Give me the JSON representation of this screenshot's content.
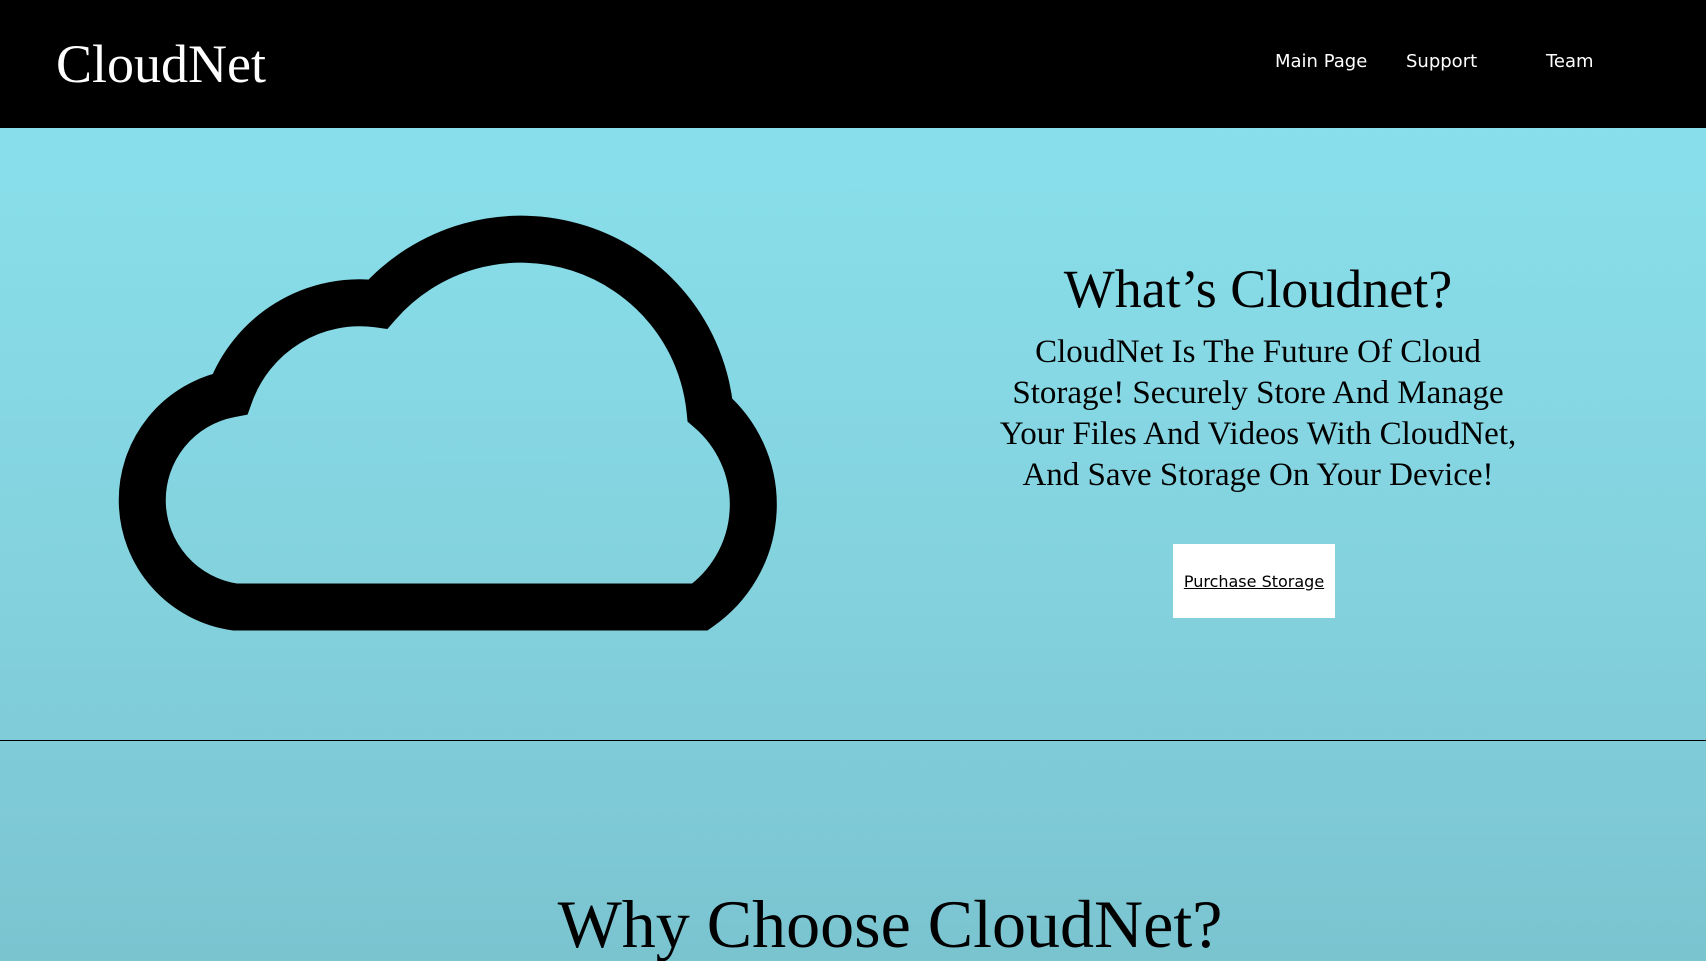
{
  "header": {
    "brand": "CloudNet",
    "nav": [
      {
        "label": "Main Page"
      },
      {
        "label": "Support"
      },
      {
        "label": "Team"
      }
    ]
  },
  "hero": {
    "icon": "cloud-icon",
    "title": "What’s Cloudnet?",
    "description": "CloudNet Is The Future Of Cloud Storage! Securely Store And Manage Your Files And Videos With CloudNet, And Save Storage On Your Device!",
    "cta_label": "Purchase Storage"
  },
  "features": {
    "title": "Why Choose CloudNet?"
  },
  "colors": {
    "header_bg": "#000000",
    "page_bg_top": "#8ae3ef",
    "page_bg_bottom": "#7ac4d0",
    "button_bg": "#ffffff"
  }
}
